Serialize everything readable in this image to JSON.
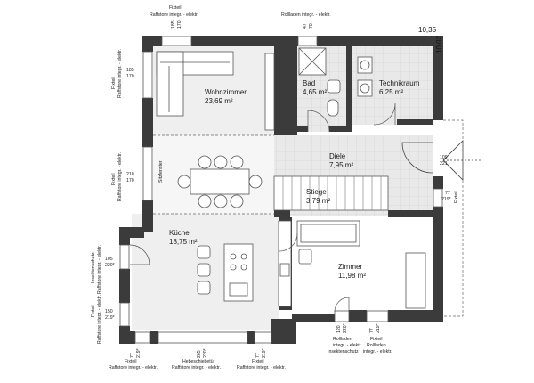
{
  "plan": {
    "dimensions": {
      "width": "10,35",
      "depth": "10,02"
    },
    "rooms": [
      {
        "name": "Wohnzimmer",
        "area": "23,69 m²"
      },
      {
        "name": "Bad",
        "area": "4,65 m²"
      },
      {
        "name": "Technikraum",
        "area": "6,25 m²"
      },
      {
        "name": "Diele",
        "area": "7,95 m²"
      },
      {
        "name": "Stiege",
        "area": "3,79 m²"
      },
      {
        "name": "Küche",
        "area": "18,75 m²"
      },
      {
        "name": "Zimmer",
        "area": "11,98 m²"
      }
    ],
    "windows": {
      "top_left": {
        "label": "Fixteil",
        "label2": "Raffstore integr. - elektr.",
        "w": "185",
        "h": "170"
      },
      "top_bad": {
        "label": "Rollladen integr. - elektr.",
        "w": "47",
        "h": "70"
      },
      "left_upper": {
        "label": "Fixteil",
        "label2": "Raffstore integr. - elektr.",
        "w": "185",
        "h": "170"
      },
      "left_mid": {
        "label": "Fixteil",
        "label2": "Raffstore integr. - elektr.",
        "w": "210",
        "h": "170",
        "note": "Sitzfenster"
      },
      "left_kueche": {
        "label": "Insektenschutz",
        "label2": "Raffstore integr. - elektr.",
        "w": "105",
        "h": "220*"
      },
      "left_lower": {
        "label": "Fixteil",
        "label2": "Raffstore integr. - elektr.",
        "w": "150",
        "h": "219*"
      },
      "bottom_left": {
        "label": "Fixteil",
        "label2": "Raffstore integr. - elektr.",
        "w": "77",
        "h": "219*"
      },
      "bottom_mid": {
        "label": "Hebeschiebetür",
        "label2": "Raffstore integr. - elektr.",
        "w": "265",
        "h": "220*"
      },
      "bottom_right": {
        "label": "Fixteil",
        "label2": "Raffstore integr. - elektr.",
        "w": "77",
        "h": "219*"
      },
      "bottom_zimmer_1": {
        "label": "Rollladen",
        "label2": "integr. - elektr.",
        "label3": "Insektenschutz",
        "w": "120",
        "h": "220*"
      },
      "bottom_zimmer_2": {
        "label": "Fixteil",
        "label2": "Rollladen",
        "label3": "integr. - elektr.",
        "w": "77",
        "h": "219*"
      },
      "right_entry": {
        "w": "109",
        "h": "221"
      },
      "right_fixteil": {
        "label": "Fixteil",
        "w": "77",
        "h": "219*"
      }
    }
  }
}
